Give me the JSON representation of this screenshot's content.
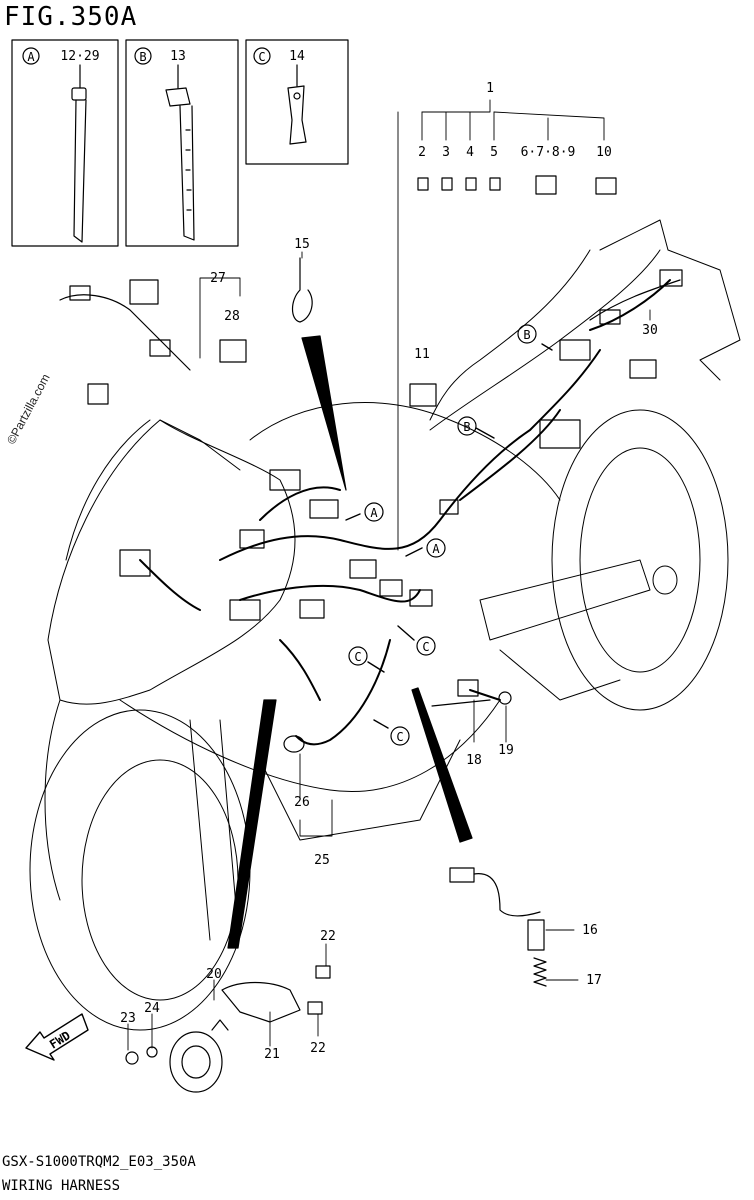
{
  "figure": {
    "title": "FIG.350A",
    "code": "GSX-S1000TRQM2_E03_350A",
    "name": "WIRING HARNESS",
    "watermark": "©Partzilla.com"
  },
  "insets": [
    {
      "letter": "A",
      "parts": "12·29"
    },
    {
      "letter": "B",
      "parts": "13"
    },
    {
      "letter": "C",
      "parts": "14"
    }
  ],
  "callouts": {
    "p1": "1",
    "p2": "2",
    "p3": "3",
    "p4": "4",
    "p5": "5",
    "p6789": "6·7·8·9",
    "p10": "10",
    "p11": "11",
    "p15": "15",
    "p16": "16",
    "p17": "17",
    "p18": "18",
    "p19": "19",
    "p20": "20",
    "p21": "21",
    "p22a": "22",
    "p22b": "22",
    "p23": "23",
    "p24": "24",
    "p25": "25",
    "p26": "26",
    "p27": "27",
    "p28": "28",
    "p30": "30"
  },
  "arrow_tags": [
    "A",
    "A",
    "B",
    "B",
    "C",
    "C",
    "C"
  ],
  "fwd_label": "FWD"
}
